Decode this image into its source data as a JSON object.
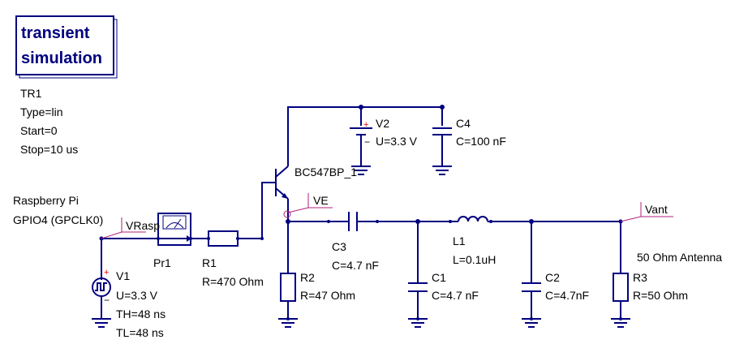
{
  "sim_block": {
    "title_line1": "transient",
    "title_line2": "simulation",
    "name": "TR1",
    "type": "Type=lin",
    "start": "Start=0",
    "stop": "Stop=10 us"
  },
  "source_label": {
    "line1": "Raspberry Pi",
    "line2": "GPIO4 (GPCLK0)"
  },
  "v1": {
    "name": "V1",
    "u": "U=3.3 V",
    "th": "TH=48 ns",
    "tl": "TL=48 ns"
  },
  "probe": {
    "name": "Pr1",
    "net": "VRasp"
  },
  "r1": {
    "name": "R1",
    "value": "R=470 Ohm"
  },
  "transistor": {
    "name": "BC547BP_1"
  },
  "v2": {
    "name": "V2",
    "u": "U=3.3 V"
  },
  "c4": {
    "name": "C4",
    "value": "C=100 nF"
  },
  "ve": {
    "net": "VE"
  },
  "r2": {
    "name": "R2",
    "value": "R=47 Ohm"
  },
  "c3": {
    "name": "C3",
    "value": "C=4.7 nF"
  },
  "c1": {
    "name": "C1",
    "value": "C=4.7 nF"
  },
  "l1": {
    "name": "L1",
    "value": "L=0.1uH"
  },
  "c2": {
    "name": "C2",
    "value": "C=4.7nF"
  },
  "vant": {
    "net": "Vant"
  },
  "antenna": {
    "label": "50 Ohm Antenna"
  },
  "r3": {
    "name": "R3",
    "value": "R=50 Ohm"
  },
  "colors": {
    "wire": "#000080",
    "net_label": "#b0207a",
    "plus": "#e00000"
  }
}
